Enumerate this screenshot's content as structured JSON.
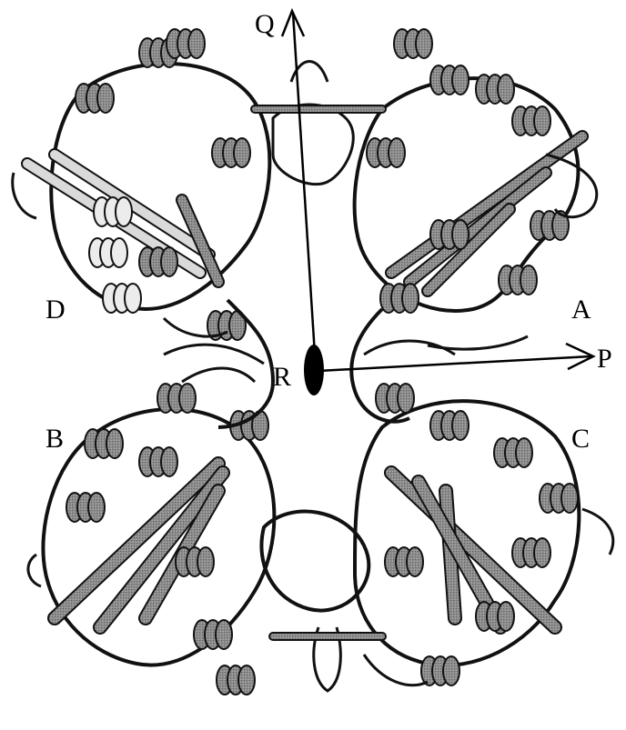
{
  "axes": {
    "q_label": "Q",
    "p_label": "P",
    "r_label": "R"
  },
  "subunits": {
    "a_label": "A",
    "b_label": "B",
    "c_label": "C",
    "d_label": "D"
  },
  "colors": {
    "ribbon_dark": "#7a7a7a",
    "ribbon_light": "#e6e6e6",
    "outline": "#111111",
    "axis_line": "#000000"
  }
}
